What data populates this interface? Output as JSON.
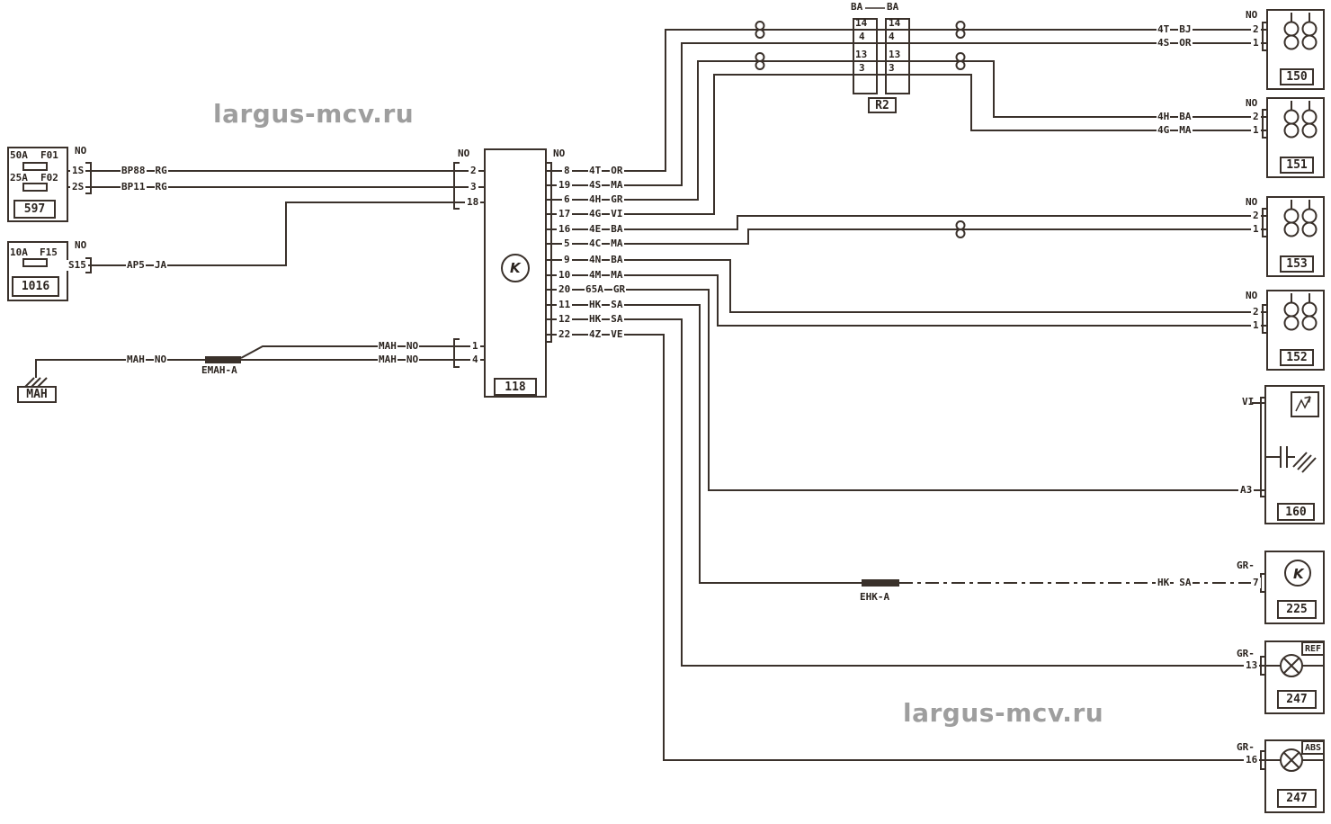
{
  "watermark": "largus-mcv.ru",
  "colors": {
    "line": "#3a312b",
    "text": "#2b241f",
    "watermark": "#9e9e9e",
    "background": "#ffffff"
  },
  "icons": {
    "k_glyph": "K",
    "unit118_logo": "k-logo",
    "unit225_logo": "k-logo",
    "coil_units": "double-coil-icon",
    "lamp_units": "lamp-icon",
    "ground_symbol": "ground-icon",
    "twisted_pair": "twisted-pair-icon",
    "splice": "splice-bar-icon",
    "sensor160": "sensor-icon"
  },
  "components": {
    "fusebox597": {
      "id": "597",
      "connector": "NO",
      "pins": [
        "1S",
        "2S"
      ],
      "fuses": [
        {
          "rating": "50A",
          "name": "F01"
        },
        {
          "rating": "25A",
          "name": "F02"
        }
      ]
    },
    "fusebox1016": {
      "id": "1016",
      "connector": "NO",
      "pins": [
        "S15"
      ],
      "fuses": [
        {
          "rating": "10A",
          "name": "F15"
        }
      ]
    },
    "ground": {
      "id": "MAH"
    },
    "unit118": {
      "id": "118",
      "left_connector": "NO",
      "right_connector": "NO",
      "left_pins": [
        "2",
        "3",
        "18"
      ],
      "bottom_pins": [
        "1",
        "4"
      ],
      "right_pins": [
        "8",
        "19",
        "6",
        "17",
        "16",
        "5",
        "9",
        "10",
        "20",
        "11",
        "12",
        "22"
      ]
    },
    "r2": {
      "id": "R2",
      "top_left": "BA",
      "top_right": "BA",
      "left_pins": [
        "14",
        "4",
        "13",
        "3"
      ],
      "right_pins": [
        "14",
        "4",
        "13",
        "3"
      ]
    },
    "unit150": {
      "id": "150",
      "connector": "NO",
      "pins": [
        "2",
        "1"
      ]
    },
    "unit151": {
      "id": "151",
      "connector": "NO",
      "pins": [
        "2",
        "1"
      ]
    },
    "unit153": {
      "id": "153",
      "connector": "NO",
      "pins": [
        "2",
        "1"
      ]
    },
    "unit152": {
      "id": "152",
      "connector": "NO",
      "pins": [
        "2",
        "1"
      ]
    },
    "unit160": {
      "id": "160",
      "connector": "VI",
      "pins": [
        "A3"
      ]
    },
    "unit225": {
      "id": "225",
      "connector": "GR-",
      "pins": [
        "7"
      ]
    },
    "unit247ref": {
      "id": "247",
      "connector": "GR-",
      "pins": [
        "13"
      ],
      "tag": "REF"
    },
    "unit247abs": {
      "id": "247",
      "connector": "GR-",
      "pins": [
        "16"
      ],
      "tag": "ABS"
    }
  },
  "splices": {
    "emah": "EMAH-A",
    "ehk": "EHK-A"
  },
  "wire_labels": {
    "bp88_rg": {
      "code": "BP88",
      "color": "RG"
    },
    "bp11_rg": {
      "code": "BP11",
      "color": "RG"
    },
    "ap5_ja": {
      "code": "AP5",
      "color": "JA"
    },
    "mah_no_left": {
      "code": "MAH",
      "color": "NO"
    },
    "mah_no_p1": {
      "code": "MAH",
      "color": "NO"
    },
    "mah_no_p4": {
      "code": "MAH",
      "color": "NO"
    },
    "p8": {
      "code": "4T",
      "color": "OR"
    },
    "p19": {
      "code": "4S",
      "color": "MA"
    },
    "p6": {
      "code": "4H",
      "color": "GR"
    },
    "p17": {
      "code": "4G",
      "color": "VI"
    },
    "p16": {
      "code": "4E",
      "color": "BA"
    },
    "p5": {
      "code": "4C",
      "color": "MA"
    },
    "p9": {
      "code": "4N",
      "color": "BA"
    },
    "p10": {
      "code": "4M",
      "color": "MA"
    },
    "p20": {
      "code": "65A",
      "color": "GR"
    },
    "p11": {
      "code": "HK",
      "color": "SA"
    },
    "p12": {
      "code": "HK",
      "color": "SA"
    },
    "p22": {
      "code": "4Z",
      "color": "VE"
    },
    "t150_2": {
      "code": "4T",
      "color": "BJ"
    },
    "t150_1": {
      "code": "4S",
      "color": "OR"
    },
    "t151_2": {
      "code": "4H",
      "color": "BA"
    },
    "t151_1": {
      "code": "4G",
      "color": "MA"
    },
    "t225_7": {
      "code": "HK",
      "color": "SA"
    }
  }
}
